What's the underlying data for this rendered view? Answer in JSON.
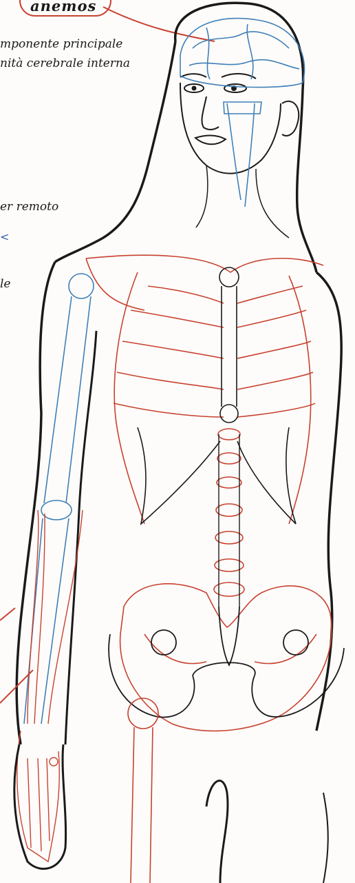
{
  "title": "anemos",
  "captions": {
    "line1": "mponente principale",
    "line2": "nità cerebrale interna"
  },
  "labels": {
    "remote": "er remoto",
    "fragment_le": "le",
    "mark": "<"
  },
  "colors": {
    "ink": "#1a1a1a",
    "skeleton_red": "#c8412f",
    "nerve_blue": "#3f7fb8",
    "paper": "#fdfcfa"
  }
}
